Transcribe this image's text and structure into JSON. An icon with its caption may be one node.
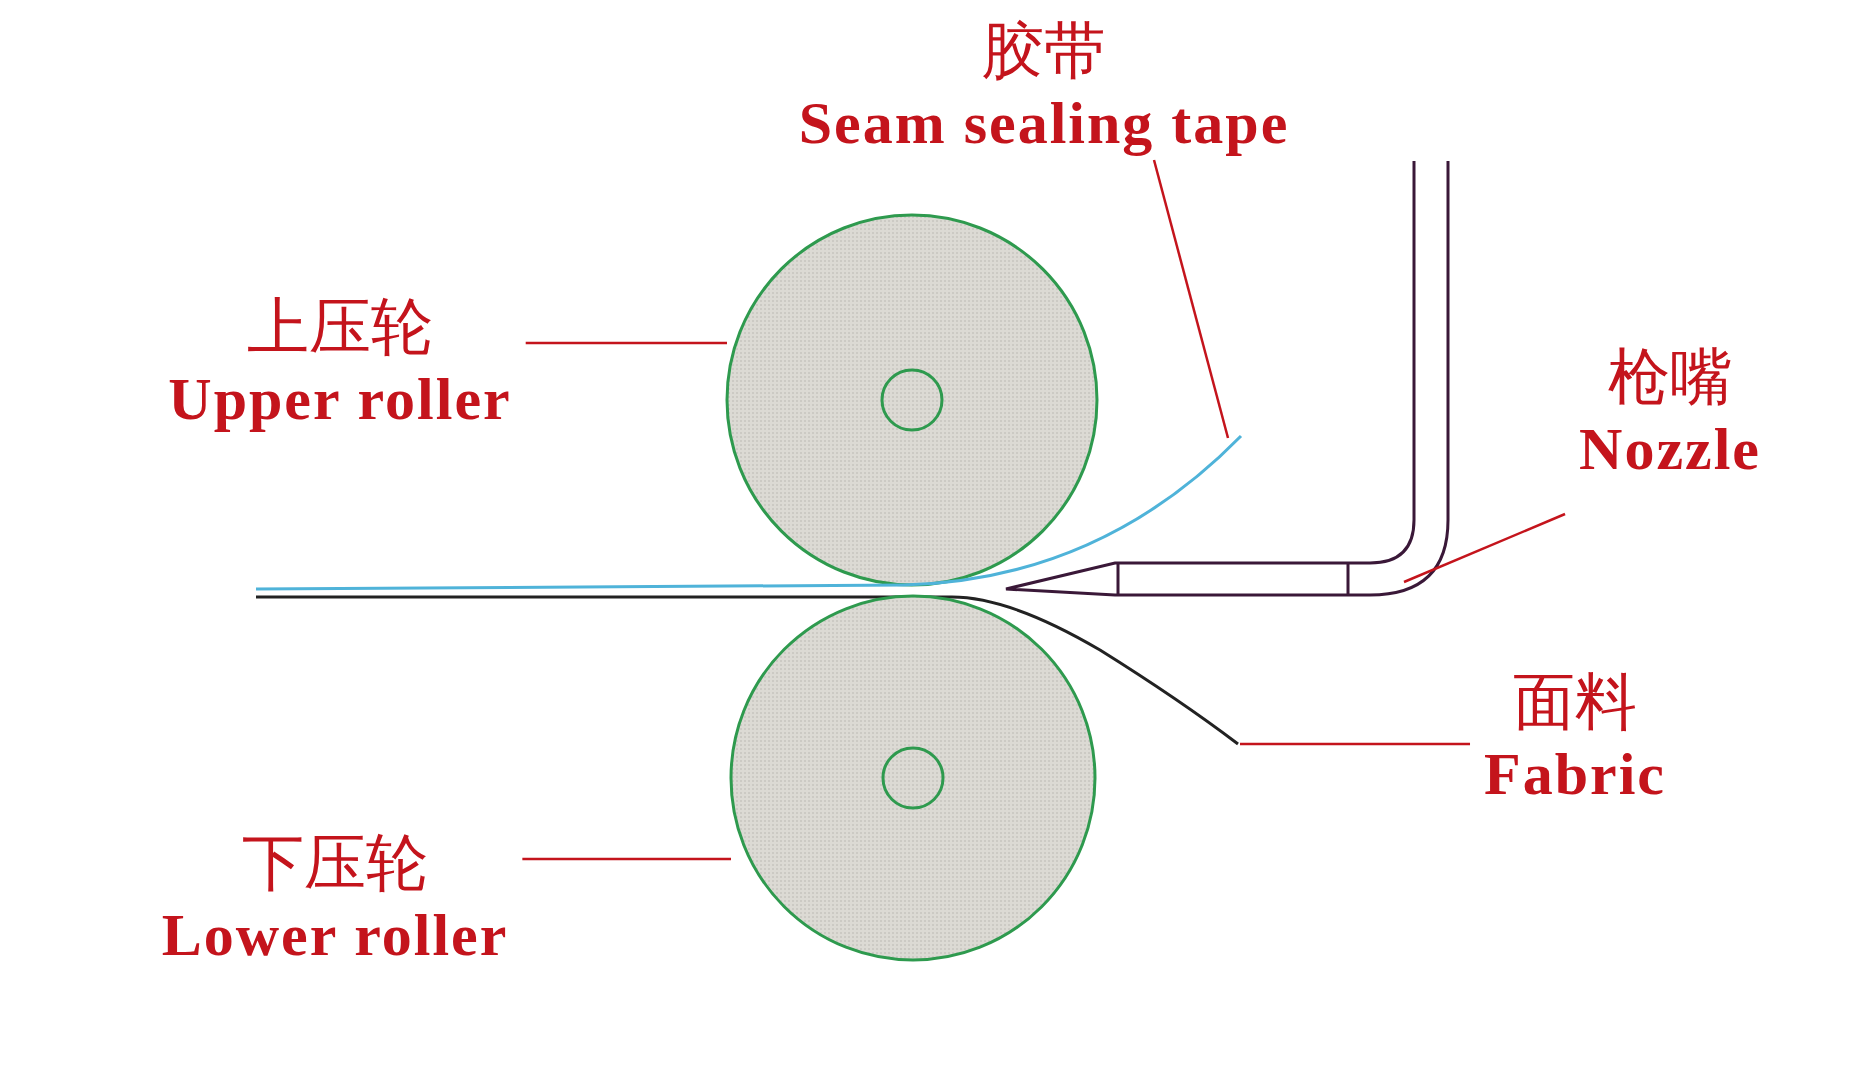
{
  "diagram": {
    "nodes": [
      {
        "text": [
          "胶带",
          "Seam sealing tape"
        ]
      },
      {
        "text": [
          "上压轮",
          "Upper roller"
        ]
      },
      {
        "text": [
          "枪嘴",
          "Nozzle"
        ]
      },
      {
        "text": [
          "面料",
          "Fabric"
        ]
      },
      {
        "text": [
          "下压轮",
          "Lower roller"
        ]
      },
      {
        "text": [],
        "shape": "circle"
      },
      {
        "text": [],
        "shape": "line"
      },
      {
        "text": [],
        "shape": "tube"
      },
      {
        "text": [],
        "shape": "line"
      },
      {
        "text": [],
        "shape": "circle"
      }
    ],
    "edges": [
      {
        "from": 0,
        "to": 6,
        "arrow": "none"
      },
      {
        "from": 1,
        "to": 5,
        "arrow": "none"
      },
      {
        "from": 2,
        "to": 7,
        "arrow": "none"
      },
      {
        "from": 3,
        "to": 8,
        "arrow": "none"
      },
      {
        "from": 4,
        "to": 9,
        "arrow": "none"
      }
    ]
  }
}
